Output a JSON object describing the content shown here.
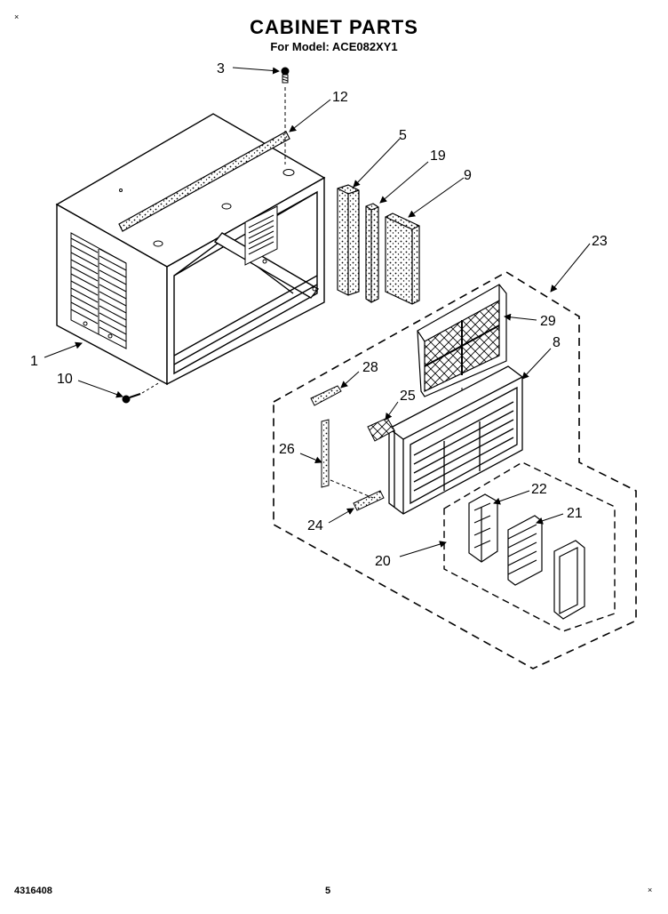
{
  "header": {
    "title": "CABINET PARTS",
    "subtitle": "For Model: ACE082XY1"
  },
  "footer": {
    "doc_code": "4316408",
    "page_number": "5"
  },
  "parts": {
    "p1": "1",
    "p3": "3",
    "p5": "5",
    "p8": "8",
    "p9": "9",
    "p10": "10",
    "p12": "12",
    "p19": "19",
    "p20": "20",
    "p21": "21",
    "p22": "22",
    "p23": "23",
    "p24": "24",
    "p25": "25",
    "p26": "26",
    "p28": "28",
    "p29": "29"
  }
}
